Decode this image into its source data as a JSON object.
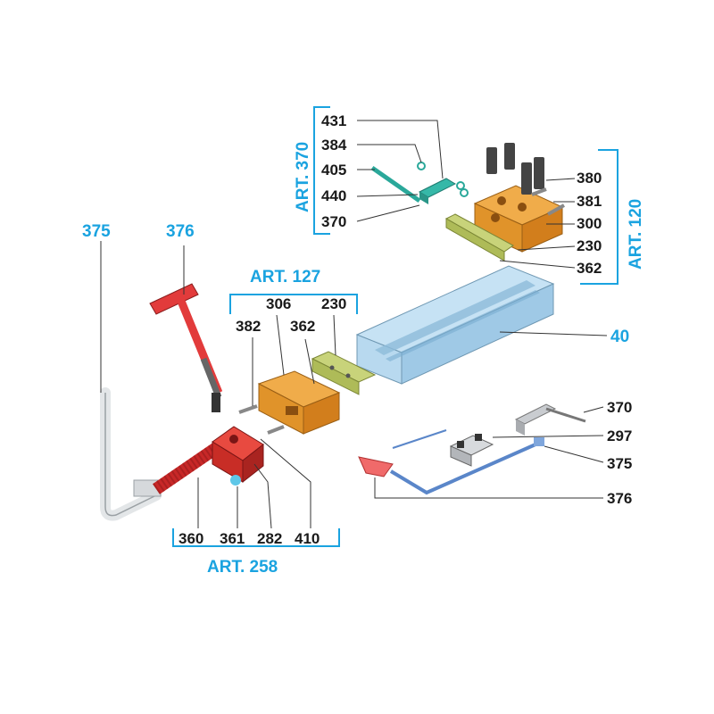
{
  "labels": {
    "n431": "431",
    "n384": "384",
    "n405": "405",
    "n440": "440",
    "n370_top": "370",
    "n380": "380",
    "n381": "381",
    "n300": "300",
    "n230_top": "230",
    "n362_top": "362",
    "n375_left": "375",
    "n376_left": "376",
    "n306": "306",
    "n230_mid": "230",
    "n382": "382",
    "n362_mid": "362",
    "n40": "40",
    "n370_right": "370",
    "n297": "297",
    "n375_right": "375",
    "n376_right": "376",
    "n360": "360",
    "n361": "361",
    "n282": "282",
    "n410": "410"
  },
  "assemblies": {
    "art370": "ART. 370",
    "art120": "ART. 120",
    "art127": "ART. 127",
    "art258": "ART. 258"
  },
  "colors": {
    "accent": "#1aa3e0",
    "rail": "#a9d2ec",
    "block": "#e0932a",
    "jaw": "#c8d37a",
    "handle": "#e23b3b",
    "clamp": "#d8342e",
    "teal": "#2aa89a",
    "steel": "#cfd3d6"
  }
}
